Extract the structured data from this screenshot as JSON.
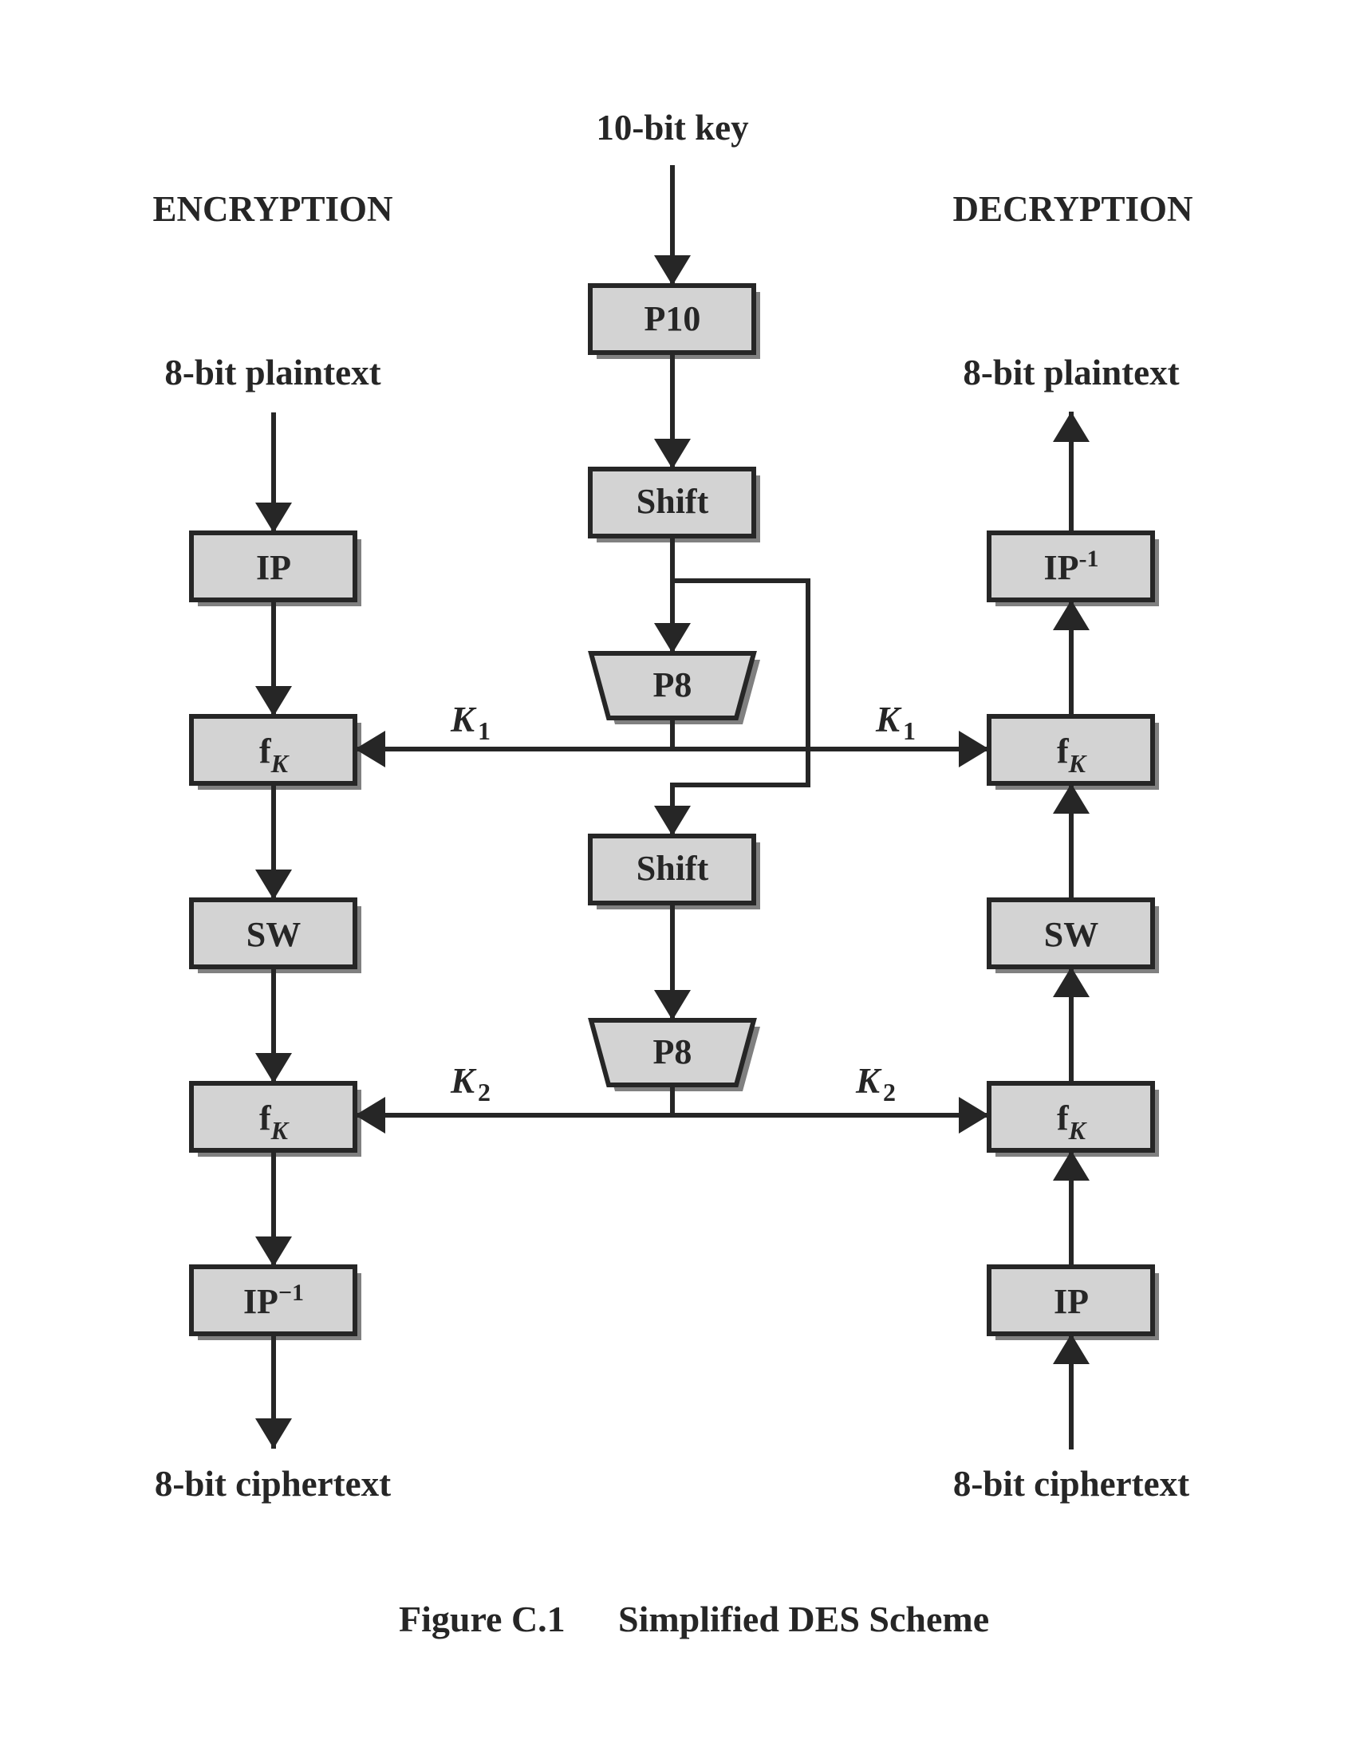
{
  "figure": {
    "caption_number": "Figure C.1",
    "caption_title": "Simplified DES Scheme"
  },
  "key_schedule": {
    "input_label": "10-bit key",
    "p10": "P10",
    "shift1": "Shift",
    "p8_1": "P8",
    "shift2": "Shift",
    "p8_2": "P8"
  },
  "encryption": {
    "heading": "ENCRYPTION",
    "input_label": "8-bit plaintext",
    "output_label": "8-bit ciphertext",
    "steps": [
      {
        "main": "IP",
        "sub": "",
        "sup": ""
      },
      {
        "main": "f",
        "sub": "K",
        "sup": ""
      },
      {
        "main": "SW",
        "sub": "",
        "sup": ""
      },
      {
        "main": "f",
        "sub": "K",
        "sup": ""
      },
      {
        "main": "IP",
        "sub": "",
        "sup": "−1"
      }
    ],
    "key_labels": [
      {
        "main": "K",
        "sub": "1"
      },
      {
        "main": "K",
        "sub": "2"
      }
    ]
  },
  "decryption": {
    "heading": "DECRYPTION",
    "input_label": "8-bit ciphertext",
    "output_label": "8-bit plaintext",
    "steps": [
      {
        "main": "IP",
        "sub": "",
        "sup": "-1"
      },
      {
        "main": "f",
        "sub": "K",
        "sup": ""
      },
      {
        "main": "SW",
        "sub": "",
        "sup": ""
      },
      {
        "main": "f",
        "sub": "K",
        "sup": ""
      },
      {
        "main": "IP",
        "sub": "",
        "sup": ""
      }
    ],
    "key_labels": [
      {
        "main": "K",
        "sub": "1"
      },
      {
        "main": "K",
        "sub": "2"
      }
    ]
  },
  "colors": {
    "line": "#262626",
    "box_fill": "#d3d3d3",
    "shadow": "#808080",
    "background": "#ffffff"
  }
}
